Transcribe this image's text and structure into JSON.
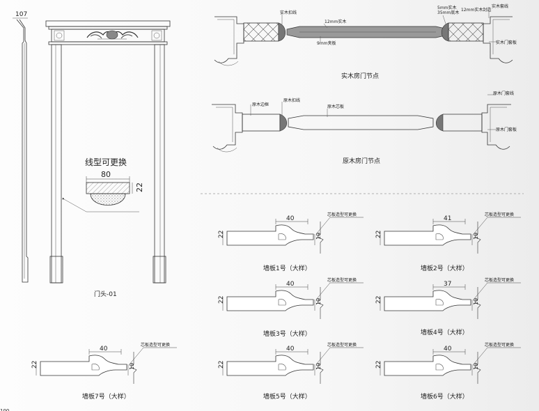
{
  "page_mark": "107",
  "page_footer_fragment": "100",
  "door_head": {
    "caption": "门头-01",
    "callout_title": "线型可更换",
    "dim_width": "80",
    "dim_height": "22"
  },
  "solid_door": {
    "caption": "实木房门节点",
    "labels": {
      "trim": "实木扣线",
      "core": "12mm实木",
      "plywood": "9mm夹板",
      "mm5": "5mm实木",
      "mm35": "35mm底木",
      "mm12": "12mm实木封边",
      "top_right": "实木套线",
      "frame": "实木门套板"
    }
  },
  "log_door": {
    "caption": "原木房门节点",
    "labels": {
      "edge": "原木边框",
      "trim": "原木扣线",
      "core": "原木芯板",
      "casing": "原木门套线",
      "frame": "原木门套板"
    }
  },
  "panels": [
    {
      "id": "p1",
      "caption": "墙板1号（大样）",
      "top_dim": "40",
      "left_dim": "22",
      "right_dim": "19",
      "note": "芯板造型可更换"
    },
    {
      "id": "p2",
      "caption": "墙板2号（大样）",
      "top_dim": "41",
      "left_dim": "22",
      "right_dim": "19",
      "note": "芯板造型可更换"
    },
    {
      "id": "p3",
      "caption": "墙板3号（大样）",
      "top_dim": "40",
      "left_dim": "22",
      "right_dim": "19",
      "note": "芯板造型可更换"
    },
    {
      "id": "p4",
      "caption": "墙板4号（大样）",
      "top_dim": "37",
      "left_dim": "22",
      "right_dim": "19",
      "note": "芯板造型可更换"
    },
    {
      "id": "p7",
      "caption": "墙板7号（大样）",
      "top_dim": "40",
      "left_dim": "22",
      "right_dim": "19",
      "note": "芯板造型可更换"
    },
    {
      "id": "p5",
      "caption": "墙板5号（大样）",
      "top_dim": "40",
      "left_dim": "22",
      "right_dim": "19",
      "note": "芯板造型可更换"
    },
    {
      "id": "p6",
      "caption": "墙板6号（大样）",
      "top_dim": "40",
      "left_dim": "22",
      "right_dim": "19",
      "note": "芯板造型可更换"
    }
  ]
}
